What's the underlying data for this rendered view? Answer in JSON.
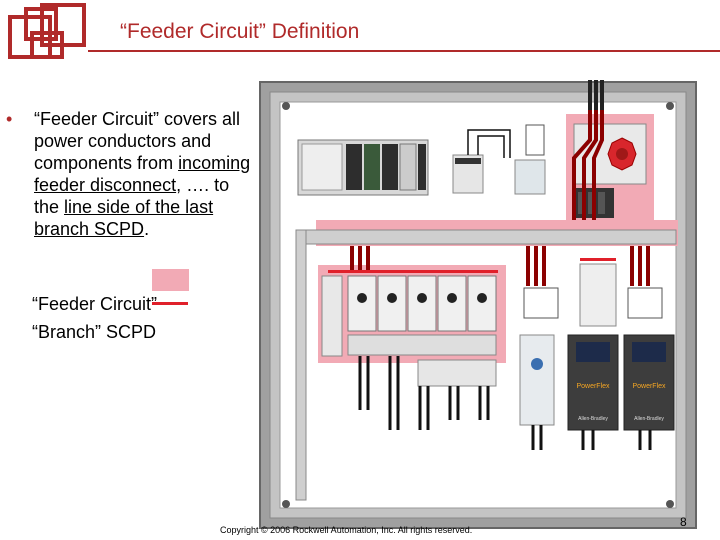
{
  "slide": {
    "title": "“Feeder Circuit” Definition",
    "bullet": {
      "marker": "•",
      "text_pre": "“Feeder Circuit” covers all power conductors and components from ",
      "underlined_1": "incoming feeder disconnect",
      "text_mid": ", …. to the ",
      "underlined_2": "line side of the last branch SCPD",
      "text_post": "."
    },
    "legend": {
      "feeder_label": "“Feeder Circuit”",
      "branch_label": "“Branch” SCPD"
    },
    "copyright": "Copyright © 2006 Rockwell Automation, Inc. All rights reserved.",
    "page_number": "8"
  },
  "colors": {
    "accent": "#b02a2a",
    "feeder_highlight": "#f2aab5",
    "branch_red": "#e0202a",
    "panel_gray": "#8a8a8a"
  },
  "panel_diagram": {
    "drive_brand": "PowerFlex",
    "maker_text": "Allen-Bradley"
  }
}
